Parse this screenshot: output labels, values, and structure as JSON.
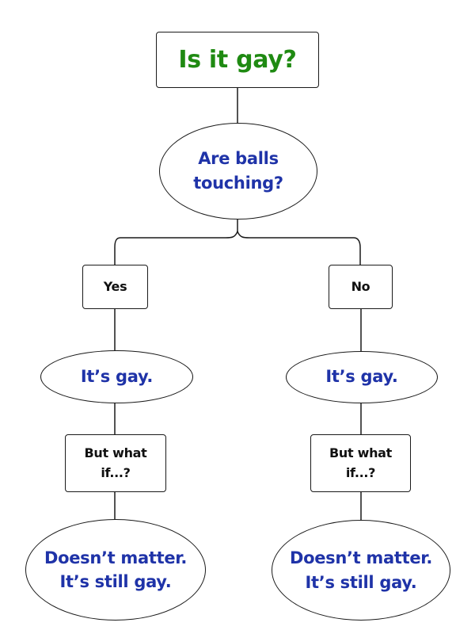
{
  "title": "Is it gay?",
  "question": "Are balls\ntouching?",
  "branches": [
    {
      "label": "Yes",
      "answer": "It’s gay.",
      "followup": "But what\nif...?",
      "conclusion": "Doesn’t matter.\nIt’s still gay."
    },
    {
      "label": "No",
      "answer": "It’s gay.",
      "followup": "But what\nif...?",
      "conclusion": "Doesn’t matter.\nIt’s still gay."
    }
  ],
  "colors": {
    "title": "#1f8a12",
    "answer_text": "#1f33a8",
    "label_text": "#111111",
    "border": "#1a1a1a",
    "background": "#ffffff"
  }
}
